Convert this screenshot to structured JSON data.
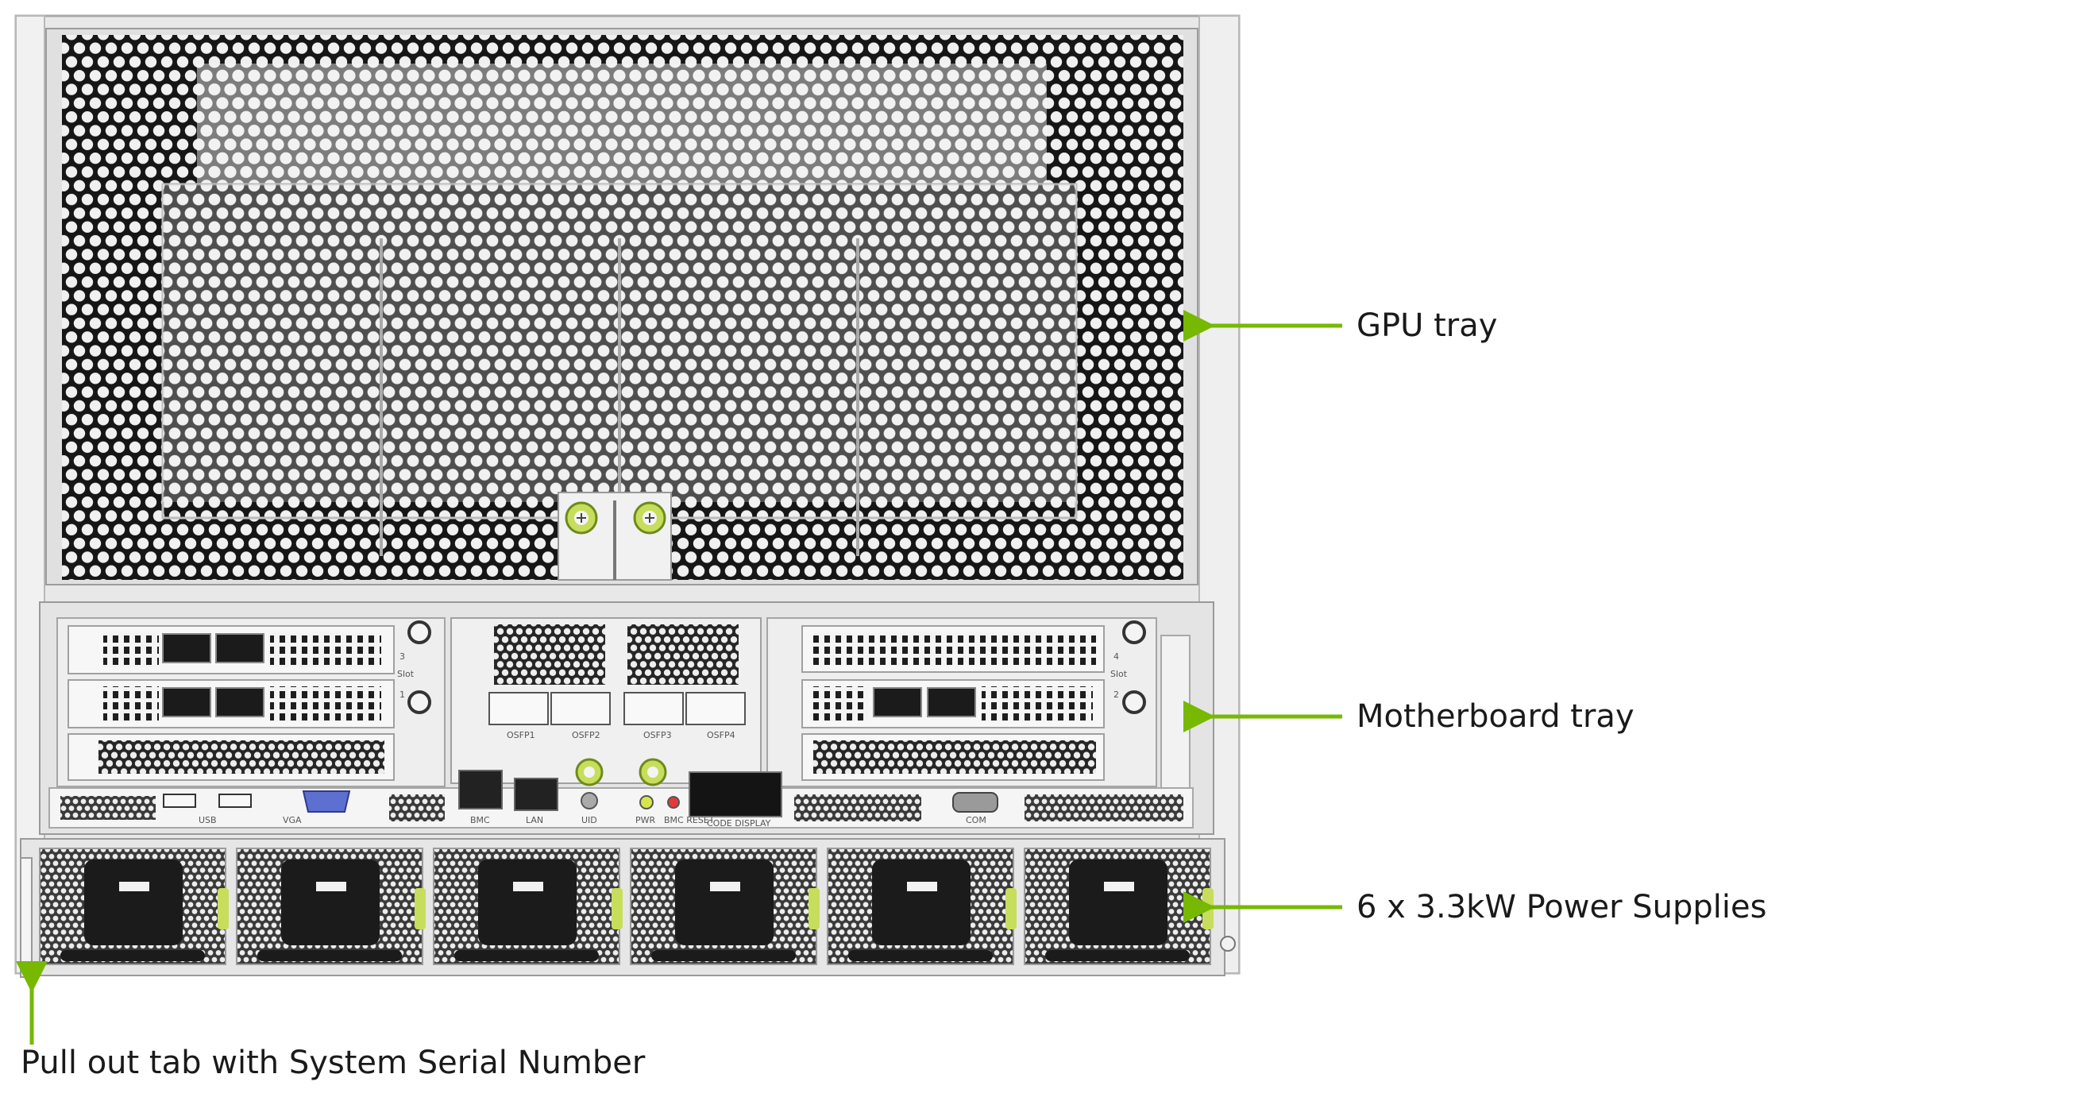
{
  "callouts": {
    "gpu_tray": "GPU tray",
    "motherboard_tray": "Motherboard tray",
    "power_supplies": "6 x 3.3kW Power Supplies",
    "pull_tab": "Pull out tab with System Serial Number"
  },
  "port_labels": {
    "usb": "USB",
    "vga": "VGA",
    "bmc": "BMC",
    "lan": "LAN",
    "uid": "UID",
    "pwr": "PWR",
    "bmc_reset": "BMC RESET",
    "code_display": "CODE DISPLAY",
    "com": "COM",
    "slot": "Slot",
    "slot_3": "3",
    "slot_1": "1",
    "slot_4": "4",
    "slot_2": "2",
    "osfp1": "OSFP1",
    "osfp2": "OSFP2",
    "osfp3": "OSFP3",
    "osfp4": "OSFP4"
  },
  "colors": {
    "arrow": "#76b900",
    "chassis": "#e9e9e9",
    "mesh": "#1c1c1c",
    "accent_latch": "#c7dd5c"
  },
  "icons": [
    "thumbscrew-icon",
    "power-inlet-icon",
    "vga-connector-icon"
  ]
}
